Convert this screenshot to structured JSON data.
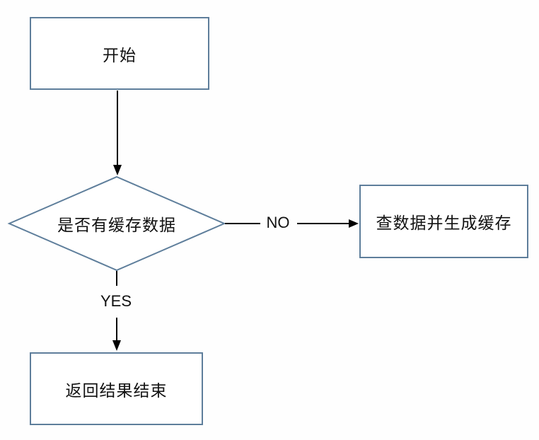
{
  "diagram": {
    "type": "flowchart",
    "background_color": "#fefefe",
    "node_border_color": "#5e7e9b",
    "node_fill_color": "#ffffff",
    "connector_color": "#000000",
    "text_color": "#111111",
    "nodes": [
      {
        "id": "start",
        "type": "rectangle",
        "label": "开始"
      },
      {
        "id": "decision",
        "type": "diamond",
        "label": "是否有缓存数据"
      },
      {
        "id": "query",
        "type": "rectangle",
        "label": "查数据并生成缓存"
      },
      {
        "id": "return",
        "type": "rectangle",
        "label": "返回结果结束"
      }
    ],
    "edges": [
      {
        "from": "start",
        "to": "decision",
        "label": ""
      },
      {
        "from": "decision",
        "to": "query",
        "label": "NO"
      },
      {
        "from": "decision",
        "to": "return",
        "label": "YES"
      }
    ]
  }
}
